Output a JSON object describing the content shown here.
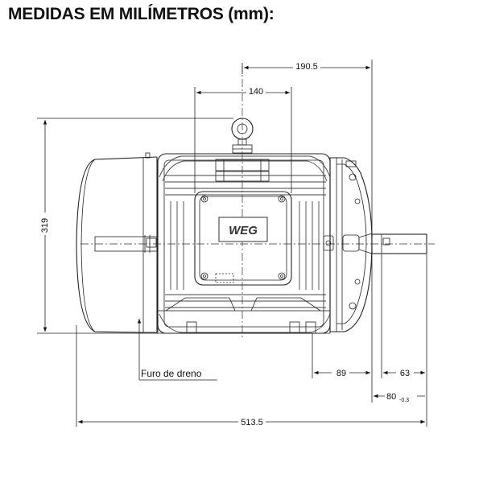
{
  "header": {
    "title": "MEDIDAS EM MILÍMETROS (mm):"
  },
  "dimensions": {
    "d190": "190.5",
    "d140": "140",
    "d319": "319",
    "d89": "89",
    "d63": "63",
    "d80": "80",
    "d80_tol": "-0.3",
    "d513": "513.5"
  },
  "labels": {
    "drain": "Furo de dreno"
  },
  "logo": {
    "text": "WEG"
  }
}
